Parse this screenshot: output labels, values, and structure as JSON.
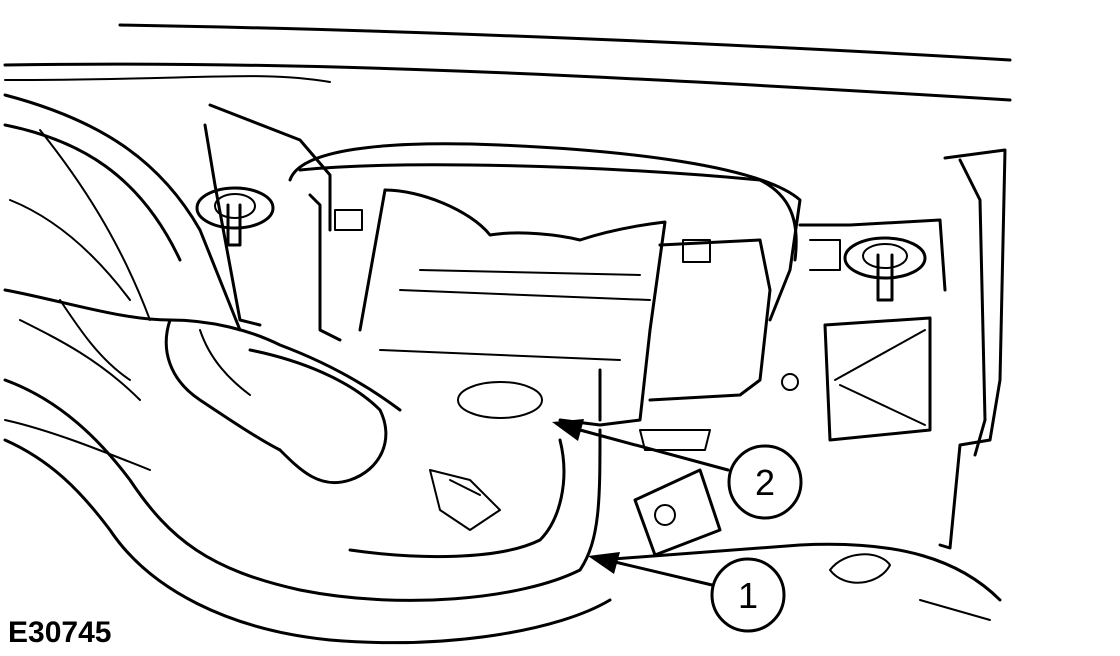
{
  "figure_id": "E30745",
  "callouts": [
    {
      "label": "1"
    },
    {
      "label": "2"
    }
  ]
}
